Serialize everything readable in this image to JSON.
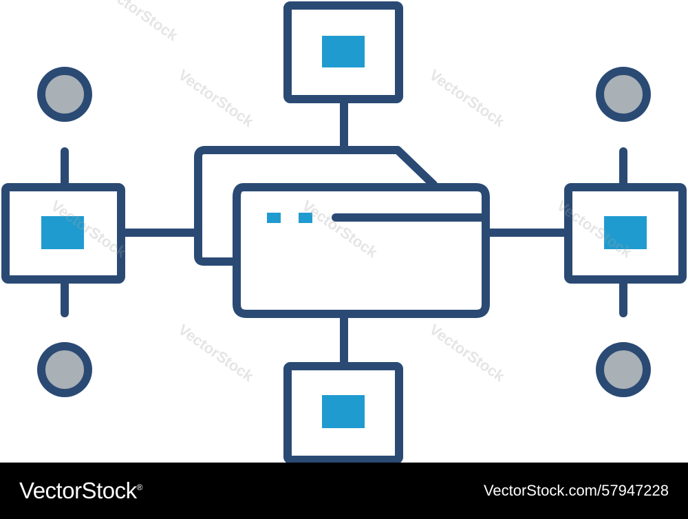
{
  "diagram": {
    "colors": {
      "outline": "#2a4a74",
      "screen": "#1f9bd0",
      "dot_fill": "#a9b0b6",
      "background": "#ffffff"
    },
    "icon_names": [
      "folder-icon",
      "window-icon",
      "monitor-icon",
      "node-dot"
    ]
  },
  "watermark": {
    "text": "VectorStock"
  },
  "footer": {
    "brand": "VectorStock",
    "registered": "®",
    "image_id": "VectorStock.com/57947228"
  }
}
